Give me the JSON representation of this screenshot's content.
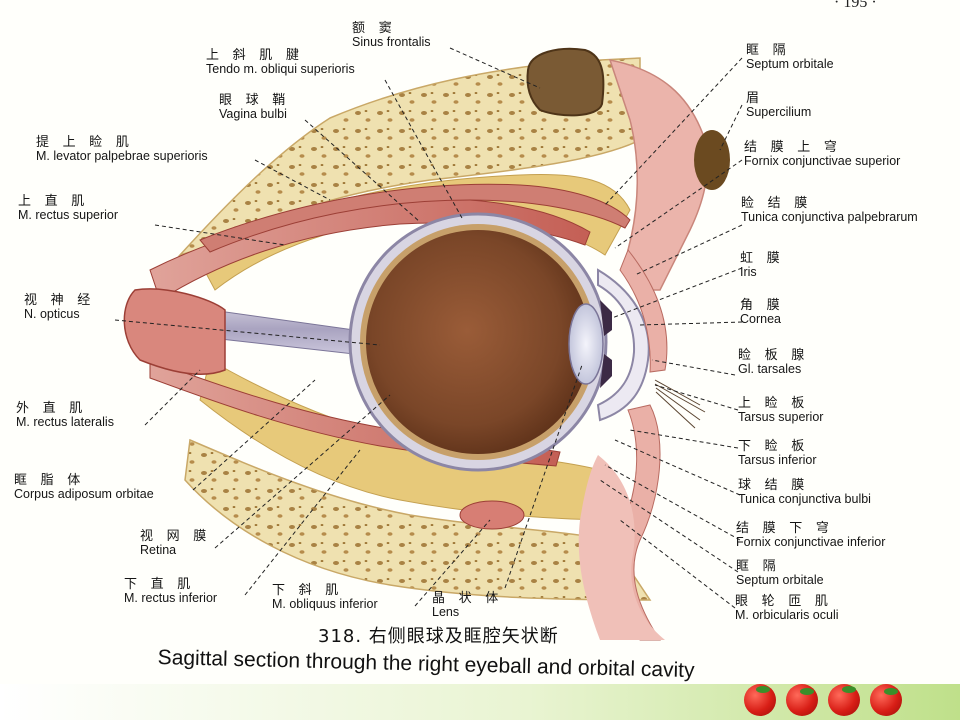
{
  "page_number": "· 195 ·",
  "figure": {
    "caption": "318. 右侧眼球及眶腔矢状断",
    "subtitle": "Sagittal section through the right eyeball and orbital cavity"
  },
  "labels_left": [
    {
      "key": "sinus_frontalis",
      "zh": "额  窦",
      "la": "Sinus frontalis"
    },
    {
      "key": "tendo_obliqui",
      "zh": "上 斜 肌 腱",
      "la": "Tendo m. obliqui superioris"
    },
    {
      "key": "vagina_bulbi",
      "zh": "眼 球 鞘",
      "la": "Vagina bulbi"
    },
    {
      "key": "levator",
      "zh": "提 上 睑 肌",
      "la": "M. levator palpebrae superioris"
    },
    {
      "key": "rectus_superior",
      "zh": "上 直 肌",
      "la": "M. rectus superior"
    },
    {
      "key": "n_opticus",
      "zh": "视 神 经",
      "la": "N. opticus"
    },
    {
      "key": "rectus_lateralis",
      "zh": "外 直 肌",
      "la": "M. rectus lateralis"
    },
    {
      "key": "corpus_adiposum",
      "zh": "眶 脂 体",
      "la": "Corpus adiposum orbitae"
    },
    {
      "key": "retina",
      "zh": "视 网 膜",
      "la": "Retina"
    },
    {
      "key": "rectus_inferior",
      "zh": "下 直 肌",
      "la": "M. rectus inferior"
    },
    {
      "key": "obliquus_inferior",
      "zh": "下 斜 肌",
      "la": "M. obliquus inferior"
    },
    {
      "key": "lens",
      "zh": "晶 状 体",
      "la": "Lens"
    }
  ],
  "labels_right": [
    {
      "key": "septum_orbitale_sup",
      "zh": "眶  隔",
      "la": "Septum orbitale"
    },
    {
      "key": "supercilium",
      "zh": "眉",
      "la": "Supercilium"
    },
    {
      "key": "fornix_sup",
      "zh": "结 膜 上 穹",
      "la": "Fornix conjunctivae superior"
    },
    {
      "key": "tunica_palp",
      "zh": "睑 结 膜",
      "la": "Tunica conjunctiva palpebrarum"
    },
    {
      "key": "iris",
      "zh": "虹  膜",
      "la": "Iris"
    },
    {
      "key": "cornea",
      "zh": "角  膜",
      "la": "Cornea"
    },
    {
      "key": "gl_tarsales",
      "zh": "睑 板 腺",
      "la": "Gl. tarsales"
    },
    {
      "key": "tarsus_sup",
      "zh": "上 睑 板",
      "la": "Tarsus   superior"
    },
    {
      "key": "tarsus_inf",
      "zh": "下 睑 板",
      "la": "Tarsus   inferior"
    },
    {
      "key": "tunica_bulbi",
      "zh": "球 结 膜",
      "la": "Tunica conjunctiva bulbi"
    },
    {
      "key": "fornix_inf",
      "zh": "结 膜 下 穹",
      "la": "Fornix conjunctivae  inferior"
    },
    {
      "key": "septum_orbitale_inf",
      "zh": "眶  隔",
      "la": "Septum orbitale"
    },
    {
      "key": "orbicularis",
      "zh": "眼 轮 匝 肌",
      "la": "M. orbicularis  oculi"
    }
  ],
  "colors": {
    "bone": "#efe1b0",
    "bone_porous": "#a07a3a",
    "fat": "#e9cc7a",
    "muscle": "#c96d62",
    "eyeball": "#7a4628",
    "skin": "#e8a9a2",
    "nerve": "#b7b2c9",
    "leader": "#222222"
  }
}
